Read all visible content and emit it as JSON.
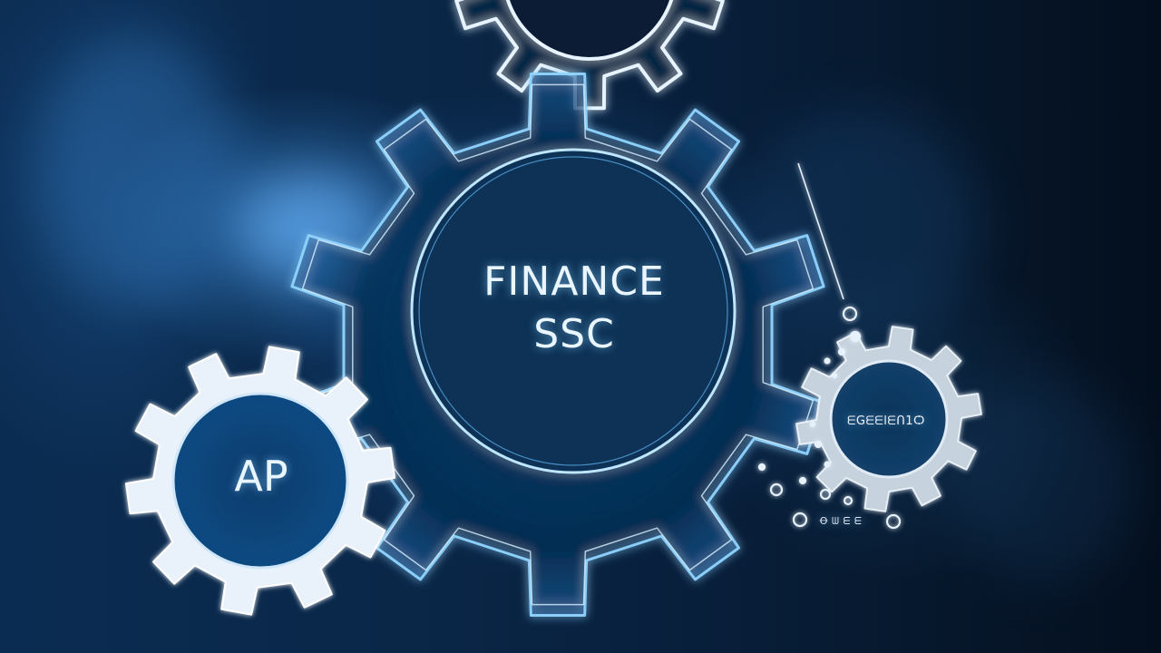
{
  "gears": {
    "center": {
      "label_line1": "FINANCE",
      "label_line2": "SSC"
    },
    "left": {
      "label": "AP"
    },
    "right": {
      "label": "ᗴGᗴᗴlᗴՈ1Ѻ"
    },
    "right_sub": {
      "label": "Ꝋ ᗯ ᗴ ᗴ"
    }
  },
  "colors": {
    "background_dark": "#03101f",
    "background_blue": "#0b2c52",
    "glow": "#6ec3ff",
    "gear_white": "#e9f2fa"
  },
  "icons": [
    "gear-icon",
    "gear-icon",
    "gear-icon",
    "gear-icon"
  ]
}
